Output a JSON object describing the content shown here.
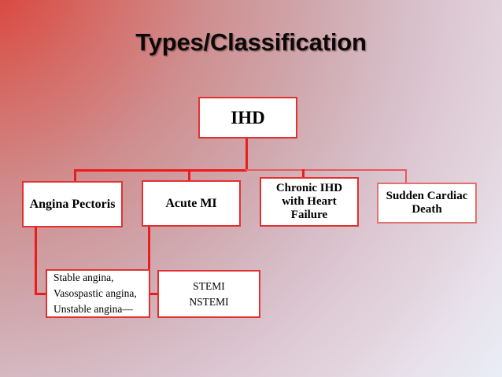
{
  "slide": {
    "title": "Types/Classification",
    "background_start_color": "#d43a33",
    "background_end_color": "#e9edf6",
    "accent_color": "#e33131",
    "connector_color": "#ec1c1c"
  },
  "diagram": {
    "type": "tree",
    "root": {
      "id": "ihd",
      "label": "IHD"
    },
    "children": [
      {
        "id": "angina-pectoris",
        "label": "Angina Pectoris",
        "detail": {
          "id": "angina-types",
          "label": "Stable angina,\nVasospastic angina,\nUnstable angina—",
          "lines": [
            "Stable angina,",
            "Vasospastic angina,",
            "Unstable angina—"
          ]
        }
      },
      {
        "id": "acute-mi",
        "label": "Acute MI",
        "detail": {
          "id": "mi-types",
          "label": "STEMI\nNSTEMI",
          "lines": [
            "STEMI",
            "NSTEMI"
          ]
        }
      },
      {
        "id": "chronic-ihd",
        "label": "Chronic IHD\nwith  Heart\nFailure",
        "detail": null
      },
      {
        "id": "sudden-cardiac-death",
        "label": "Sudden Cardiac\nDeath",
        "detail": null
      }
    ]
  }
}
